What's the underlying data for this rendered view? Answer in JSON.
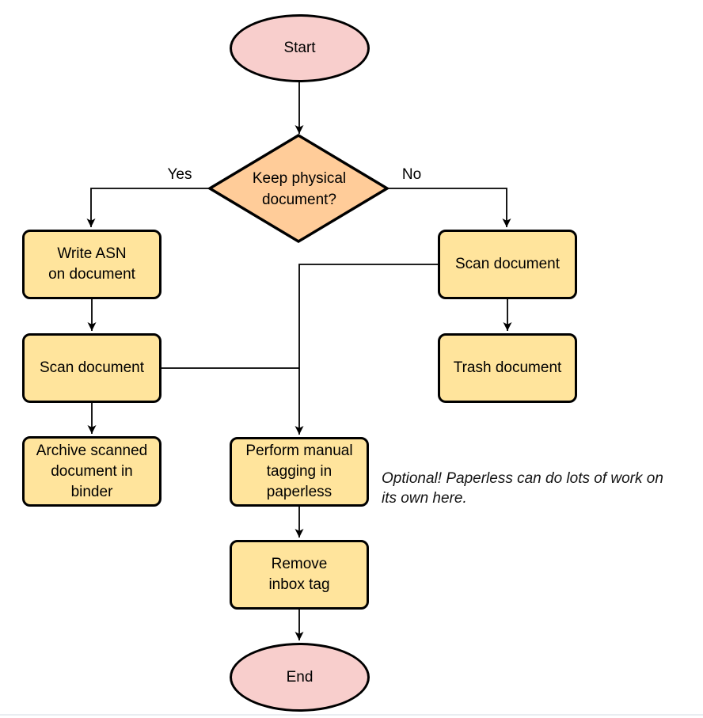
{
  "colors": {
    "terminator_fill": "#F8CECC",
    "decision_fill": "#FFCC99",
    "process_fill": "#FFE49C",
    "stroke": "#000000"
  },
  "nodes": {
    "start": {
      "label": "Start"
    },
    "decision": {
      "label": "Keep physical\ndocument?"
    },
    "write_asn": {
      "label": "Write ASN\non document"
    },
    "scan_left": {
      "label": "Scan document"
    },
    "archive": {
      "label": "Archive scanned\ndocument in\nbinder"
    },
    "scan_right": {
      "label": "Scan document"
    },
    "trash": {
      "label": "Trash document"
    },
    "tagging": {
      "label": "Perform manual\ntagging in\npaperless"
    },
    "remove_inbox": {
      "label": "Remove\ninbox tag"
    },
    "end": {
      "label": "End"
    }
  },
  "edge_labels": {
    "yes": "Yes",
    "no": "No"
  },
  "note": {
    "text": "Optional! Paperless can do lots of work on\nits own here."
  }
}
